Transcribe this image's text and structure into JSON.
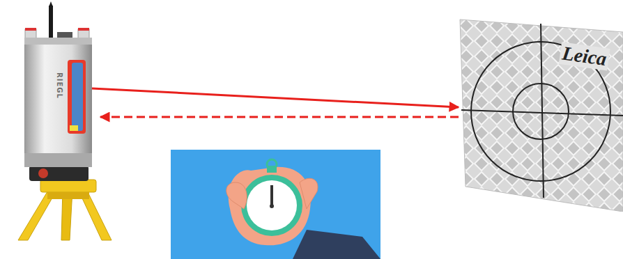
{
  "diagram": {
    "nodes": [
      {
        "text": [
          "RIEGL"
        ]
      },
      {
        "text": [
          "Leica"
        ]
      }
    ],
    "edges": [
      {
        "from": 0,
        "to": 1,
        "arrow": "to"
      },
      {
        "from": 1,
        "to": 0,
        "arrow": "to"
      }
    ]
  }
}
